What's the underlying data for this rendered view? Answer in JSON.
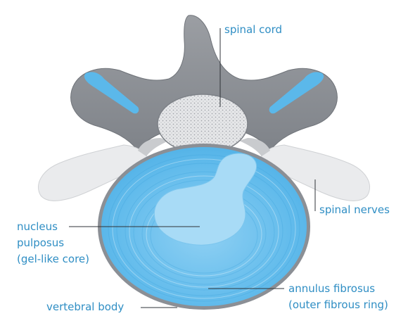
{
  "labels": {
    "spinal_cord": "spinal cord",
    "spinal_nerves": "spinal nerves",
    "nucleus_line1": "nucleus",
    "nucleus_line2": "pulposus",
    "nucleus_line3": "(gel-like core)",
    "annulus_line1": "annulus fibrosus",
    "annulus_line2": "(outer fibrous ring)",
    "vertebral_body": "vertebral body"
  },
  "colors": {
    "label_text": "#2f8ec4",
    "bone_gray": "#8e9197",
    "disc_blue": "#6cc2ef",
    "nucleus_light": "#a9dcf6",
    "cord_fill": "#e4e5e7",
    "nerve_fill": "#e9eaec"
  }
}
